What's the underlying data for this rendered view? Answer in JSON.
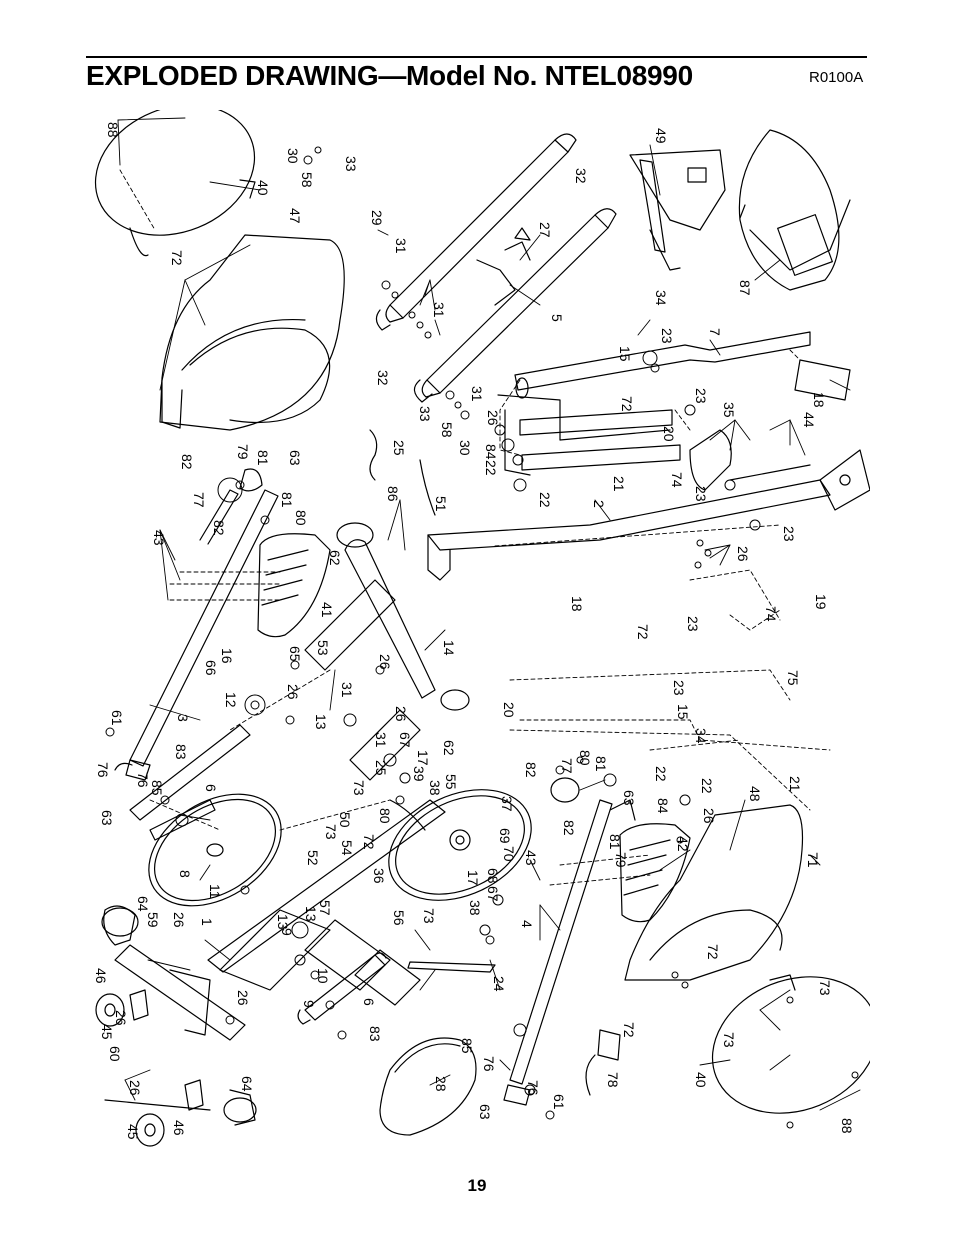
{
  "header": {
    "title": "EXPLODED DRAWING—Model No. NTEL08990",
    "drawing_code": "R0100A"
  },
  "footer": {
    "page_number": "19"
  },
  "callouts": [
    {
      "id": "c1",
      "text": "88"
    },
    {
      "id": "c2",
      "text": "30"
    },
    {
      "id": "c3",
      "text": "58"
    },
    {
      "id": "c4",
      "text": "33"
    },
    {
      "id": "c5",
      "text": "40"
    },
    {
      "id": "c6",
      "text": "47"
    },
    {
      "id": "c7",
      "text": "72"
    },
    {
      "id": "c8",
      "text": "29"
    },
    {
      "id": "c9",
      "text": "31"
    },
    {
      "id": "c10",
      "text": "32"
    },
    {
      "id": "c11",
      "text": "27"
    },
    {
      "id": "c12",
      "text": "49"
    },
    {
      "id": "c13",
      "text": "87"
    },
    {
      "id": "c14",
      "text": "5"
    },
    {
      "id": "c15",
      "text": "34"
    },
    {
      "id": "c16",
      "text": "23"
    },
    {
      "id": "c17",
      "text": "15"
    },
    {
      "id": "c18",
      "text": "7"
    },
    {
      "id": "c19",
      "text": "18"
    },
    {
      "id": "c20",
      "text": "31"
    },
    {
      "id": "c21",
      "text": "32"
    },
    {
      "id": "c22",
      "text": "33"
    },
    {
      "id": "c23",
      "text": "58"
    },
    {
      "id": "c24",
      "text": "30"
    },
    {
      "id": "c25",
      "text": "31"
    },
    {
      "id": "c26",
      "text": "26"
    },
    {
      "id": "c27",
      "text": "84"
    },
    {
      "id": "c28",
      "text": "22"
    },
    {
      "id": "c29",
      "text": "22"
    },
    {
      "id": "c30",
      "text": "72"
    },
    {
      "id": "c31",
      "text": "20"
    },
    {
      "id": "c32",
      "text": "21"
    },
    {
      "id": "c33",
      "text": "74"
    },
    {
      "id": "c34",
      "text": "23"
    },
    {
      "id": "c35",
      "text": "23"
    },
    {
      "id": "c36",
      "text": "35"
    },
    {
      "id": "c37",
      "text": "44"
    },
    {
      "id": "c38",
      "text": "25"
    },
    {
      "id": "c39",
      "text": "82"
    },
    {
      "id": "c40",
      "text": "79"
    },
    {
      "id": "c41",
      "text": "81"
    },
    {
      "id": "c42",
      "text": "63"
    },
    {
      "id": "c43",
      "text": "77"
    },
    {
      "id": "c44",
      "text": "82"
    },
    {
      "id": "c45",
      "text": "81"
    },
    {
      "id": "c46",
      "text": "80"
    },
    {
      "id": "c47",
      "text": "86"
    },
    {
      "id": "c48",
      "text": "51"
    },
    {
      "id": "c49",
      "text": "2"
    },
    {
      "id": "c50",
      "text": "26"
    },
    {
      "id": "c51",
      "text": "23"
    },
    {
      "id": "c52",
      "text": "43"
    },
    {
      "id": "c53",
      "text": "41"
    },
    {
      "id": "c54",
      "text": "62"
    },
    {
      "id": "c55",
      "text": "19"
    },
    {
      "id": "c56",
      "text": "18"
    },
    {
      "id": "c57",
      "text": "72"
    },
    {
      "id": "c58",
      "text": "23"
    },
    {
      "id": "c59",
      "text": "74"
    },
    {
      "id": "c60",
      "text": "14"
    },
    {
      "id": "c61",
      "text": "16"
    },
    {
      "id": "c62",
      "text": "66"
    },
    {
      "id": "c63",
      "text": "65"
    },
    {
      "id": "c64",
      "text": "53"
    },
    {
      "id": "c65",
      "text": "26"
    },
    {
      "id": "c66",
      "text": "12"
    },
    {
      "id": "c67",
      "text": "26"
    },
    {
      "id": "c68",
      "text": "13"
    },
    {
      "id": "c69",
      "text": "31"
    },
    {
      "id": "c70",
      "text": "26"
    },
    {
      "id": "c71",
      "text": "75"
    },
    {
      "id": "c72",
      "text": "23"
    },
    {
      "id": "c73",
      "text": "15"
    },
    {
      "id": "c74",
      "text": "34"
    },
    {
      "id": "c75",
      "text": "20"
    },
    {
      "id": "c76",
      "text": "61"
    },
    {
      "id": "c77",
      "text": "3"
    },
    {
      "id": "c78",
      "text": "62"
    },
    {
      "id": "c79",
      "text": "67"
    },
    {
      "id": "c80",
      "text": "17"
    },
    {
      "id": "c81",
      "text": "39"
    },
    {
      "id": "c82",
      "text": "25"
    },
    {
      "id": "c83",
      "text": "31"
    },
    {
      "id": "c84",
      "text": "73"
    },
    {
      "id": "c85",
      "text": "55"
    },
    {
      "id": "c86",
      "text": "38"
    },
    {
      "id": "c87",
      "text": "83"
    },
    {
      "id": "c88",
      "text": "76"
    },
    {
      "id": "c89",
      "text": "85"
    },
    {
      "id": "c90",
      "text": "76"
    },
    {
      "id": "c91",
      "text": "6"
    },
    {
      "id": "c92",
      "text": "63"
    },
    {
      "id": "c93",
      "text": "82"
    },
    {
      "id": "c94",
      "text": "77"
    },
    {
      "id": "c95",
      "text": "80"
    },
    {
      "id": "c96",
      "text": "81"
    },
    {
      "id": "c97",
      "text": "63"
    },
    {
      "id": "c98",
      "text": "22"
    },
    {
      "id": "c99",
      "text": "22"
    },
    {
      "id": "c100",
      "text": "84"
    },
    {
      "id": "c101",
      "text": "26"
    },
    {
      "id": "c102",
      "text": "21"
    },
    {
      "id": "c103",
      "text": "37"
    },
    {
      "id": "c104",
      "text": "48"
    },
    {
      "id": "c105",
      "text": "80"
    },
    {
      "id": "c106",
      "text": "50"
    },
    {
      "id": "c107",
      "text": "73"
    },
    {
      "id": "c108",
      "text": "54"
    },
    {
      "id": "c109",
      "text": "72"
    },
    {
      "id": "c110",
      "text": "52"
    },
    {
      "id": "c111",
      "text": "69"
    },
    {
      "id": "c112",
      "text": "70"
    },
    {
      "id": "c113",
      "text": "82"
    },
    {
      "id": "c114",
      "text": "81"
    },
    {
      "id": "c115",
      "text": "79"
    },
    {
      "id": "c116",
      "text": "42"
    },
    {
      "id": "c117",
      "text": "71"
    },
    {
      "id": "c118",
      "text": "8"
    },
    {
      "id": "c119",
      "text": "11"
    },
    {
      "id": "c120",
      "text": "36"
    },
    {
      "id": "c121",
      "text": "17"
    },
    {
      "id": "c122",
      "text": "68"
    },
    {
      "id": "c123",
      "text": "67"
    },
    {
      "id": "c124",
      "text": "43"
    },
    {
      "id": "c125",
      "text": "56"
    },
    {
      "id": "c126",
      "text": "38"
    },
    {
      "id": "c127",
      "text": "4"
    },
    {
      "id": "c128",
      "text": "64"
    },
    {
      "id": "c129",
      "text": "59"
    },
    {
      "id": "c130",
      "text": "26"
    },
    {
      "id": "c131",
      "text": "1"
    },
    {
      "id": "c132",
      "text": "13"
    },
    {
      "id": "c133",
      "text": "57"
    },
    {
      "id": "c134",
      "text": "13"
    },
    {
      "id": "c135",
      "text": "9"
    },
    {
      "id": "c136",
      "text": "73"
    },
    {
      "id": "c137",
      "text": "24"
    },
    {
      "id": "c138",
      "text": "72"
    },
    {
      "id": "c139",
      "text": "73"
    },
    {
      "id": "c140",
      "text": "46"
    },
    {
      "id": "c141",
      "text": "26"
    },
    {
      "id": "c142",
      "text": "45"
    },
    {
      "id": "c143",
      "text": "26"
    },
    {
      "id": "c144",
      "text": "10"
    },
    {
      "id": "c145",
      "text": "9"
    },
    {
      "id": "c146",
      "text": "6"
    },
    {
      "id": "c147",
      "text": "83"
    },
    {
      "id": "c148",
      "text": "72"
    },
    {
      "id": "c149",
      "text": "73"
    },
    {
      "id": "c150",
      "text": "60"
    },
    {
      "id": "c151",
      "text": "26"
    },
    {
      "id": "c152",
      "text": "45"
    },
    {
      "id": "c153",
      "text": "46"
    },
    {
      "id": "c154",
      "text": "64"
    },
    {
      "id": "c155",
      "text": "28"
    },
    {
      "id": "c156",
      "text": "85"
    },
    {
      "id": "c157",
      "text": "76"
    },
    {
      "id": "c158",
      "text": "63"
    },
    {
      "id": "c159",
      "text": "76"
    },
    {
      "id": "c160",
      "text": "61"
    },
    {
      "id": "c161",
      "text": "78"
    },
    {
      "id": "c162",
      "text": "40"
    },
    {
      "id": "c163",
      "text": "88"
    }
  ]
}
